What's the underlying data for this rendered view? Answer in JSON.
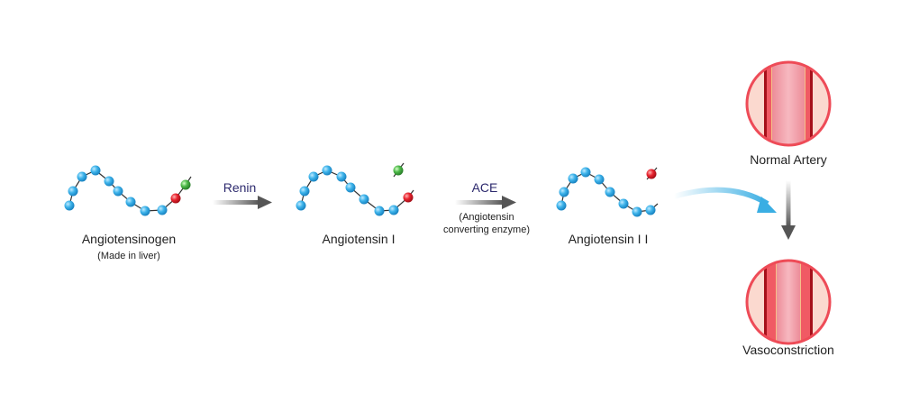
{
  "molecules": [
    {
      "name": "Angiotensinogen",
      "note": "(Made in liver)"
    },
    {
      "name": "Angiotensin I"
    },
    {
      "name": "Angiotensin I I"
    }
  ],
  "enzymes": [
    {
      "name": "Renin"
    },
    {
      "name": "ACE",
      "note_line1": "(Angiotensin",
      "note_line2": "converting enzyme)"
    }
  ],
  "arteries": {
    "normal": "Normal Artery",
    "constricted": "Vasoconstriction"
  },
  "colors": {
    "bead_blue": "#3db3ea",
    "bead_red": "#e8232e",
    "bead_green": "#4cb848",
    "enzyme_text": "#2d2a6e",
    "arrow_gray": "#555555",
    "curve_blue": "#3aaee3",
    "artery_rim": "#ee4b57"
  }
}
